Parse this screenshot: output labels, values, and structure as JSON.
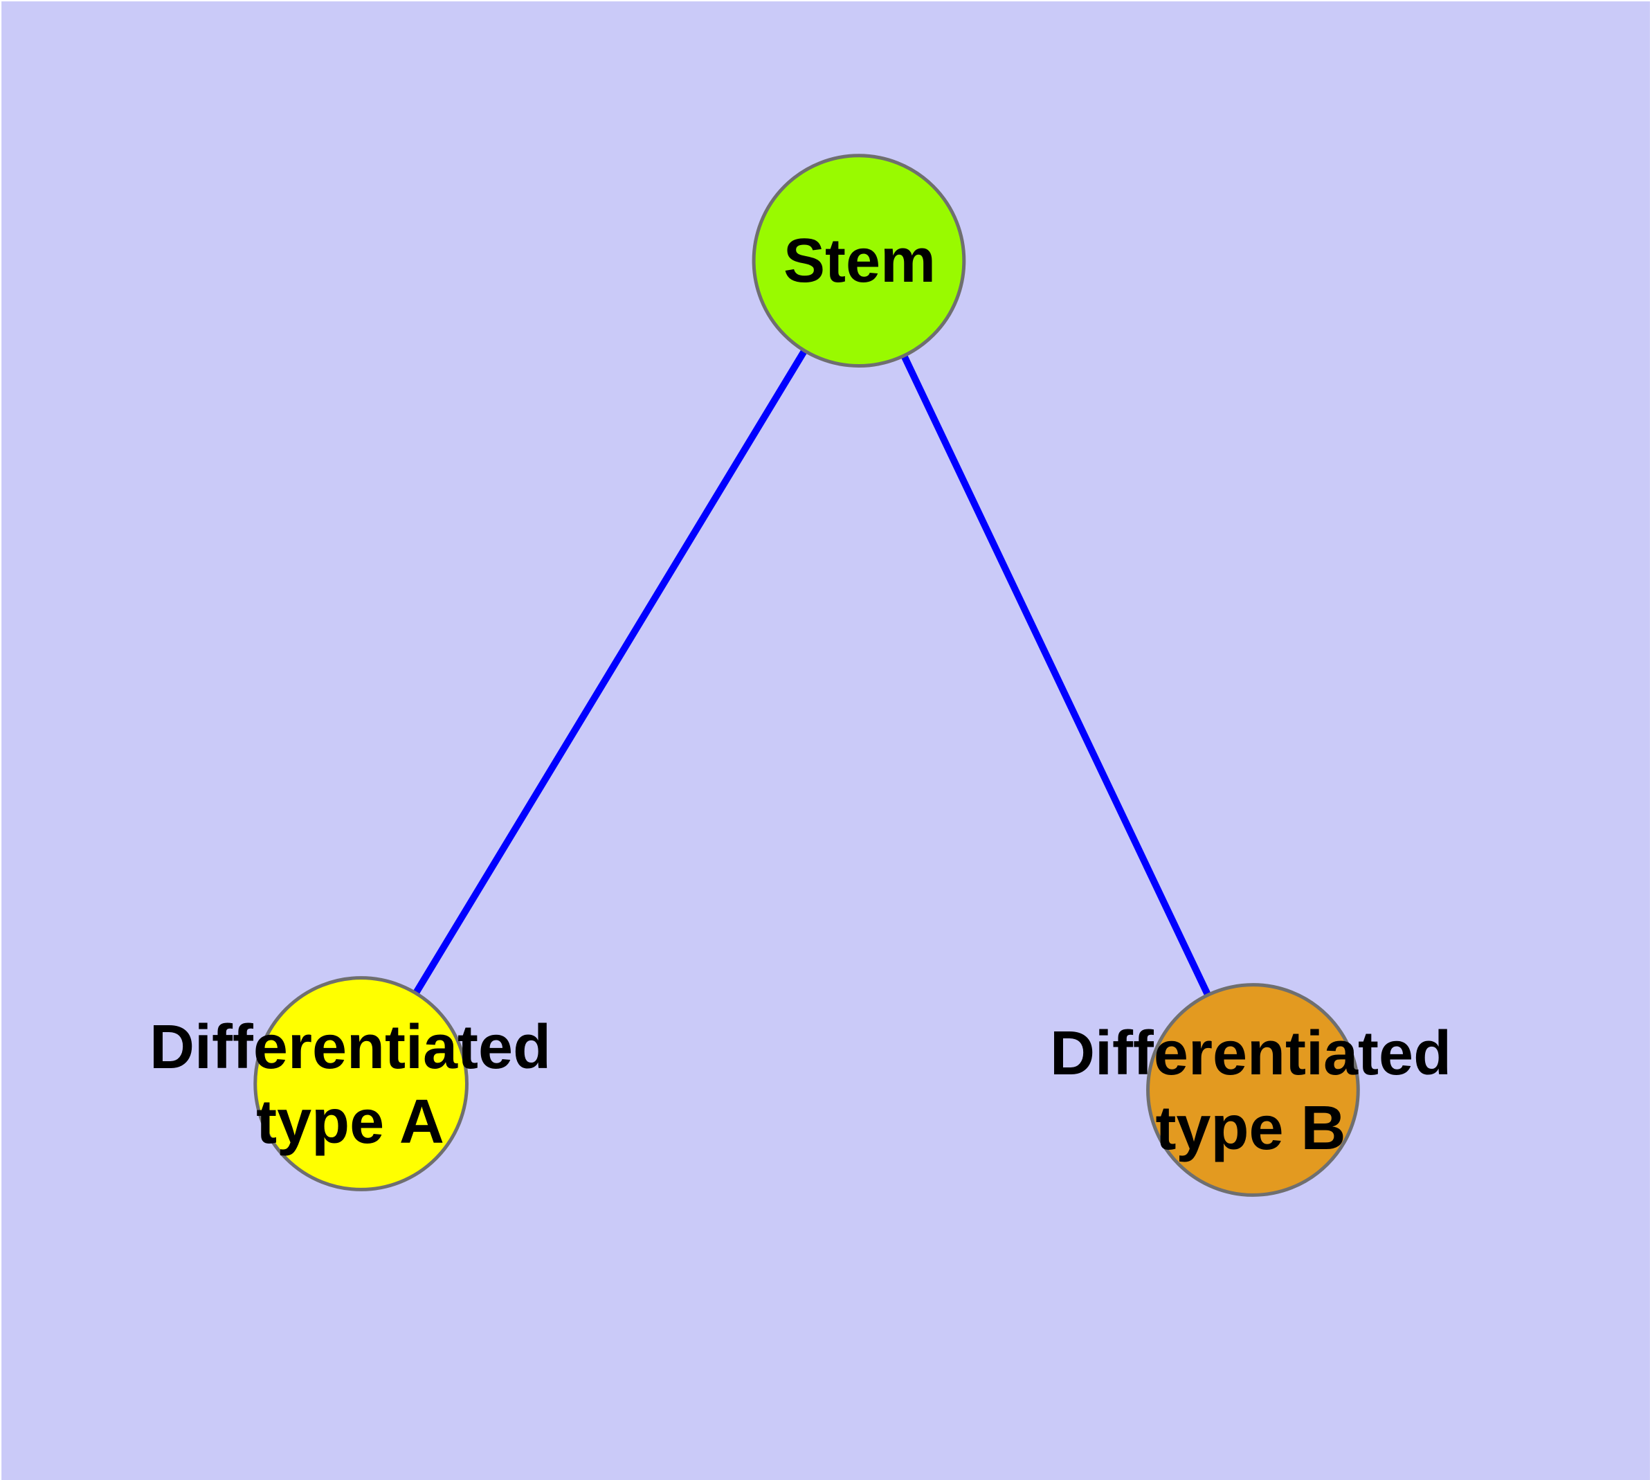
{
  "diagram": {
    "background_color": "#CACAF8",
    "edge_color": "#0000FF",
    "node_border_color": "#6F6F6F",
    "label_color": "#000000",
    "nodes": [
      {
        "id": "stem",
        "line1": "Stem",
        "line2": "",
        "fill": "#99FA00"
      },
      {
        "id": "type-a",
        "line1": "Differentiated",
        "line2": "type A",
        "fill": "#FFFF00"
      },
      {
        "id": "type-b",
        "line1": "Differentiated",
        "line2": "type B",
        "fill": "#E39A20"
      }
    ],
    "edges": [
      {
        "from": "Stem",
        "to": "Differentiated type A"
      },
      {
        "from": "Stem",
        "to": "Differentiated type B"
      }
    ]
  }
}
